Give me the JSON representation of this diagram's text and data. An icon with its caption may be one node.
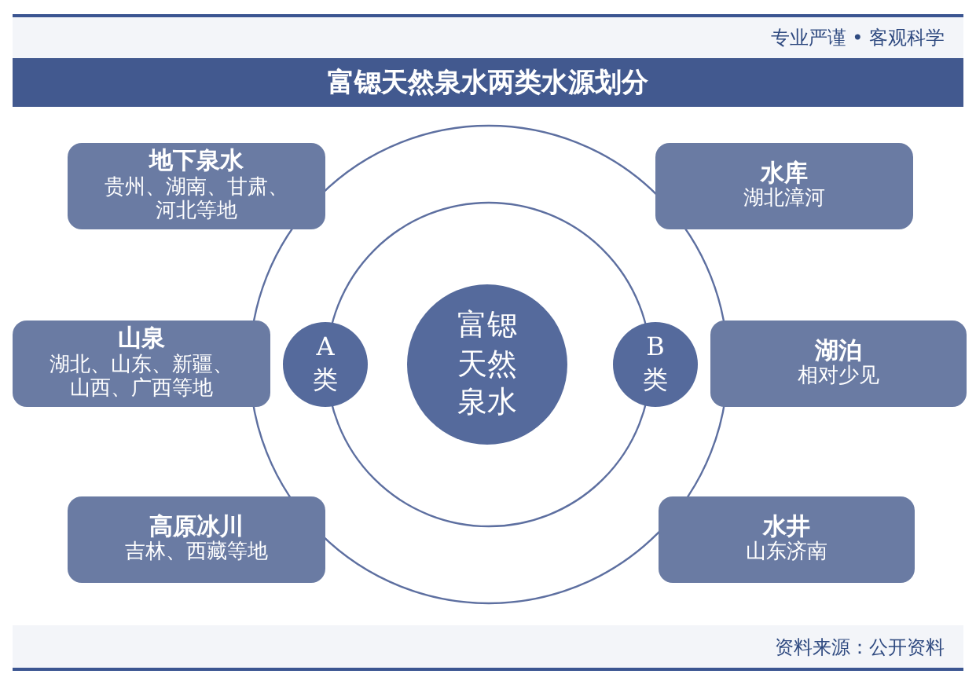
{
  "diagram": {
    "title": "富锶天然泉水两类水源划分",
    "nodes": [
      {
        "text": [
          "富锶天然泉水"
        ]
      },
      {
        "text": [
          "A类"
        ]
      },
      {
        "text": [
          "地下泉水",
          "贵州、湖南、甘肃、河北等地"
        ]
      },
      {
        "text": [
          "山泉",
          "湖北、山东、新疆、山西、广西等地"
        ]
      },
      {
        "text": [
          "高原冰川",
          "吉林、西藏等地"
        ]
      },
      {
        "text": [
          "B类"
        ]
      },
      {
        "text": [
          "水库",
          "湖北漳河"
        ]
      },
      {
        "text": [
          "湖泊",
          "相对少见"
        ]
      },
      {
        "text": [
          "水井",
          "山东济南"
        ]
      }
    ],
    "labels": [
      "专业严谨 • 客观科学",
      "资料来源：公开资料"
    ]
  }
}
